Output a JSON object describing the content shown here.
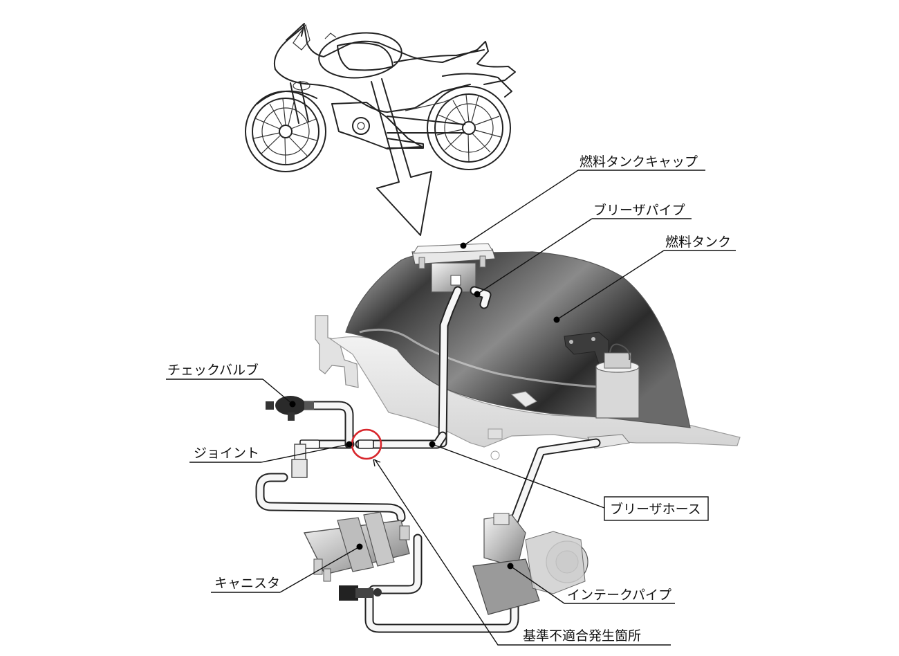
{
  "labels": {
    "fuel_tank_cap": "燃料タンクキャップ",
    "breather_pipe": "ブリーザパイプ",
    "fuel_tank": "燃料タンク",
    "check_valve": "チェックバルブ",
    "joint": "ジョイント",
    "breather_hose": "ブリーザホース",
    "canister": "キャニスタ",
    "intake_pipe": "インテークパイプ",
    "nonconformity_location": "基準不適合発生箇所"
  },
  "colors": {
    "line": "#111111",
    "highlight_circle": "#d8262c",
    "tank_dark": "#2e2e2e",
    "tank_light": "#bdbdbd"
  }
}
